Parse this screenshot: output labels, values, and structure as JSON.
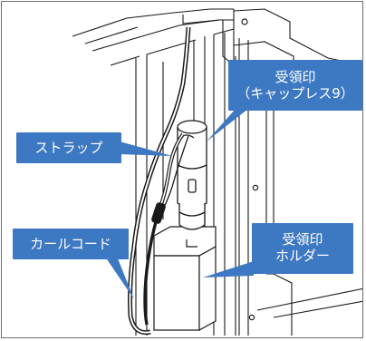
{
  "labels": {
    "stamp": {
      "line1": "受領印",
      "line2": "（キャップレス9）"
    },
    "strap": "ストラップ",
    "curl_cord": "カールコード",
    "holder": {
      "line1": "受領印",
      "line2": "ホルダー"
    }
  },
  "colors": {
    "callout": "#3d78c3",
    "line_art": "#1a1a1a",
    "frame": "#6e6e6e"
  }
}
